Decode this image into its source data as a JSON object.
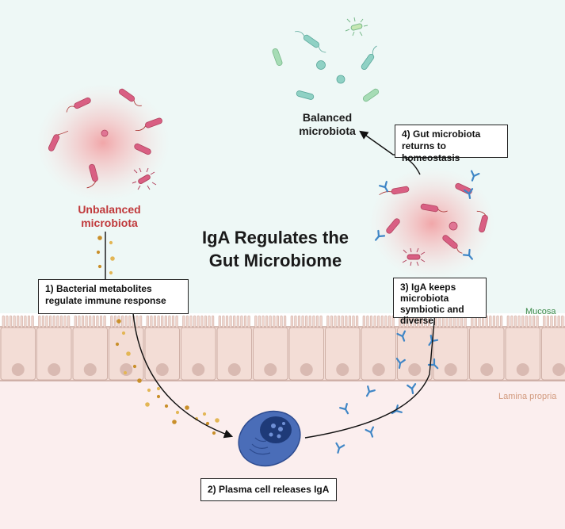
{
  "title": "IgA Regulates the Gut Microbiome",
  "labels": {
    "unbalanced": "Unbalanced microbiota",
    "balanced": "Balanced microbiota",
    "mucosa": "Mucosa",
    "lamina_propria": "Lamina propria"
  },
  "steps": [
    {
      "text": "1) Bacterial metabolites regulate immune response"
    },
    {
      "text": "2) Plasma cell releases IgA"
    },
    {
      "text": "3) IgA keeps microbiota symbiotic and diverse"
    },
    {
      "text": "4) Gut microbiota returns to homeostasis"
    }
  ],
  "colors": {
    "unbalanced_text": "#c0393b",
    "region_mucosa": "#3c8a4a",
    "region_lamina": "#d29a7e",
    "bacteria_pink": "#d95f83",
    "bacteria_teal": "#7cc8bb",
    "antibody_blue": "#3f86c6",
    "plasma_cell": "#3f5fa8"
  }
}
